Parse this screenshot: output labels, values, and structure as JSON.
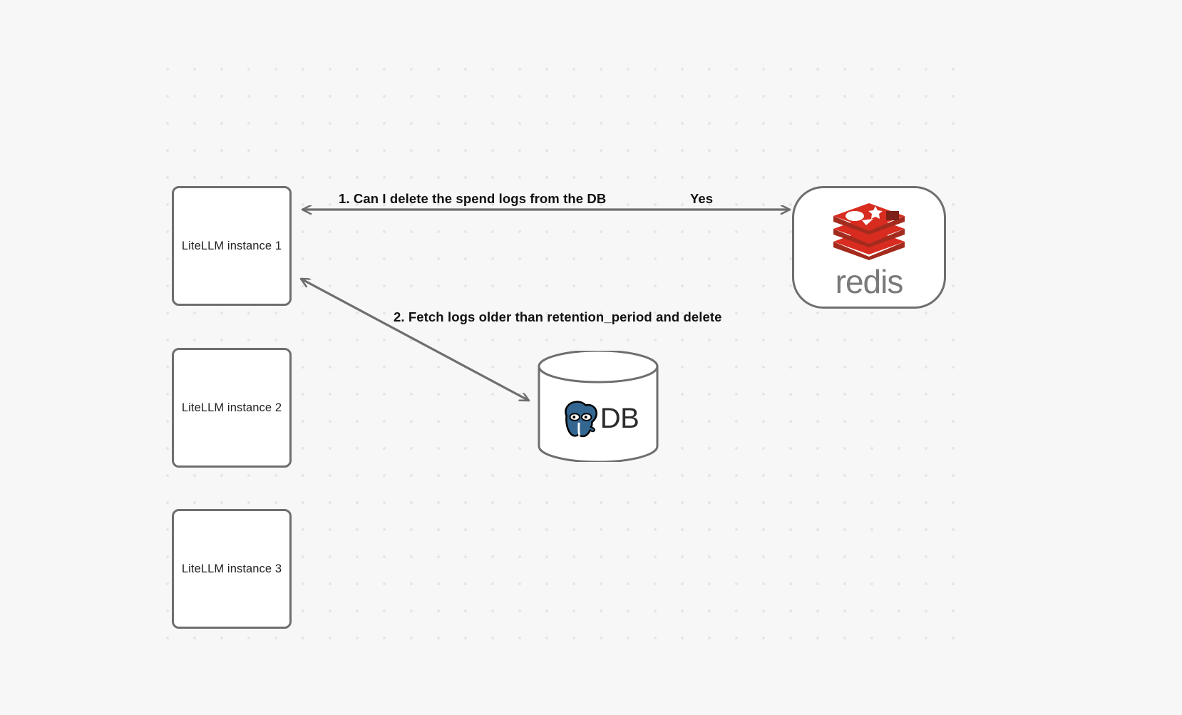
{
  "diagram": {
    "background_color": "#f7f7f7",
    "grid": "dotted",
    "nodes": {
      "instances": [
        {
          "id": "litellm-1",
          "label": "LiteLLM instance 1"
        },
        {
          "id": "litellm-2",
          "label": "LiteLLM instance 2"
        },
        {
          "id": "litellm-3",
          "label": "LiteLLM instance 3"
        }
      ],
      "redis": {
        "id": "redis",
        "wordmark": "redis",
        "logo_color": "#d82c20",
        "wordmark_color": "#7a7a7a"
      },
      "database": {
        "id": "postgres-db",
        "label": "DB",
        "logo_color": "#336791",
        "shape": "cylinder"
      }
    },
    "edges": [
      {
        "id": "edge-1",
        "from": "litellm-1",
        "to": "redis",
        "label": "1.  Can I delete the spend logs from the DB",
        "reply_label": "Yes",
        "style": "bidirectional"
      },
      {
        "id": "edge-2",
        "from": "litellm-1",
        "to": "postgres-db",
        "label": "2.  Fetch logs older than retention_period and delete",
        "style": "bidirectional"
      }
    ]
  }
}
